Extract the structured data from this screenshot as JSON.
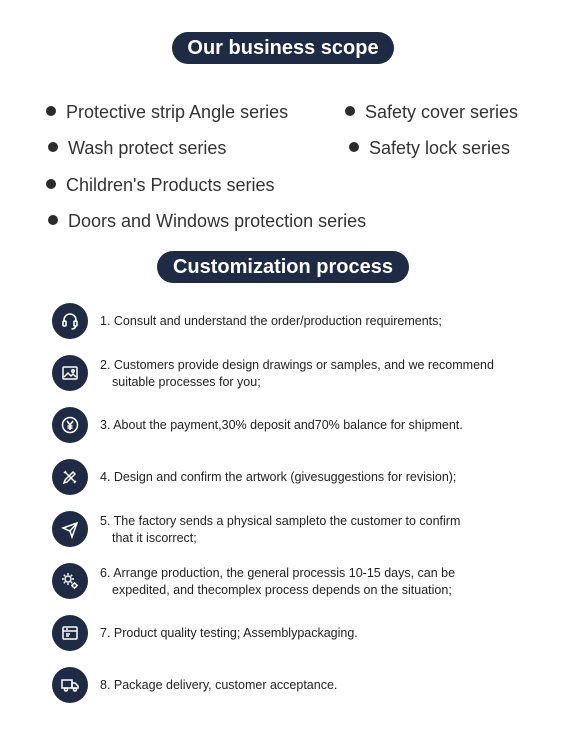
{
  "scope": {
    "title": "Our business scope",
    "items": [
      "Protective strip Angle series",
      "Safety cover series",
      "Wash protect series",
      "Safety lock series",
      "Children's Products series",
      "Doors and Windows protection series"
    ]
  },
  "process": {
    "title": "Customization process",
    "steps": [
      {
        "icon": "headset-icon",
        "line1": "1. Consult and understand the order/production requirements;",
        "line2": ""
      },
      {
        "icon": "image-icon",
        "line1": "2. Customers provide design drawings or samples, and we recommend",
        "line2": "suitable processes for you;"
      },
      {
        "icon": "yen-coin-icon",
        "line1": "3. About the payment,30% deposit and70% balance for shipment.",
        "line2": ""
      },
      {
        "icon": "design-tools-icon",
        "line1": "4. Design and confirm the artwork (givesuggestions for revision);",
        "line2": ""
      },
      {
        "icon": "paper-plane-icon",
        "line1": "5. The factory sends a physical sampleto the customer to confirm",
        "line2": "that it iscorrect;"
      },
      {
        "icon": "gears-icon",
        "line1": "6. Arrange production, the general processis 10-15 days, can be",
        "line2": "expedited, and thecomplex process depends on the situation;"
      },
      {
        "icon": "quality-box-icon",
        "line1": "7. Product quality testing; Assemblypackaging.",
        "line2": ""
      },
      {
        "icon": "delivery-truck-icon",
        "line1": "8. Package delivery, customer acceptance.",
        "line2": ""
      }
    ]
  },
  "colors": {
    "accent": "#1f2a44",
    "text": "#2b2b2b"
  }
}
